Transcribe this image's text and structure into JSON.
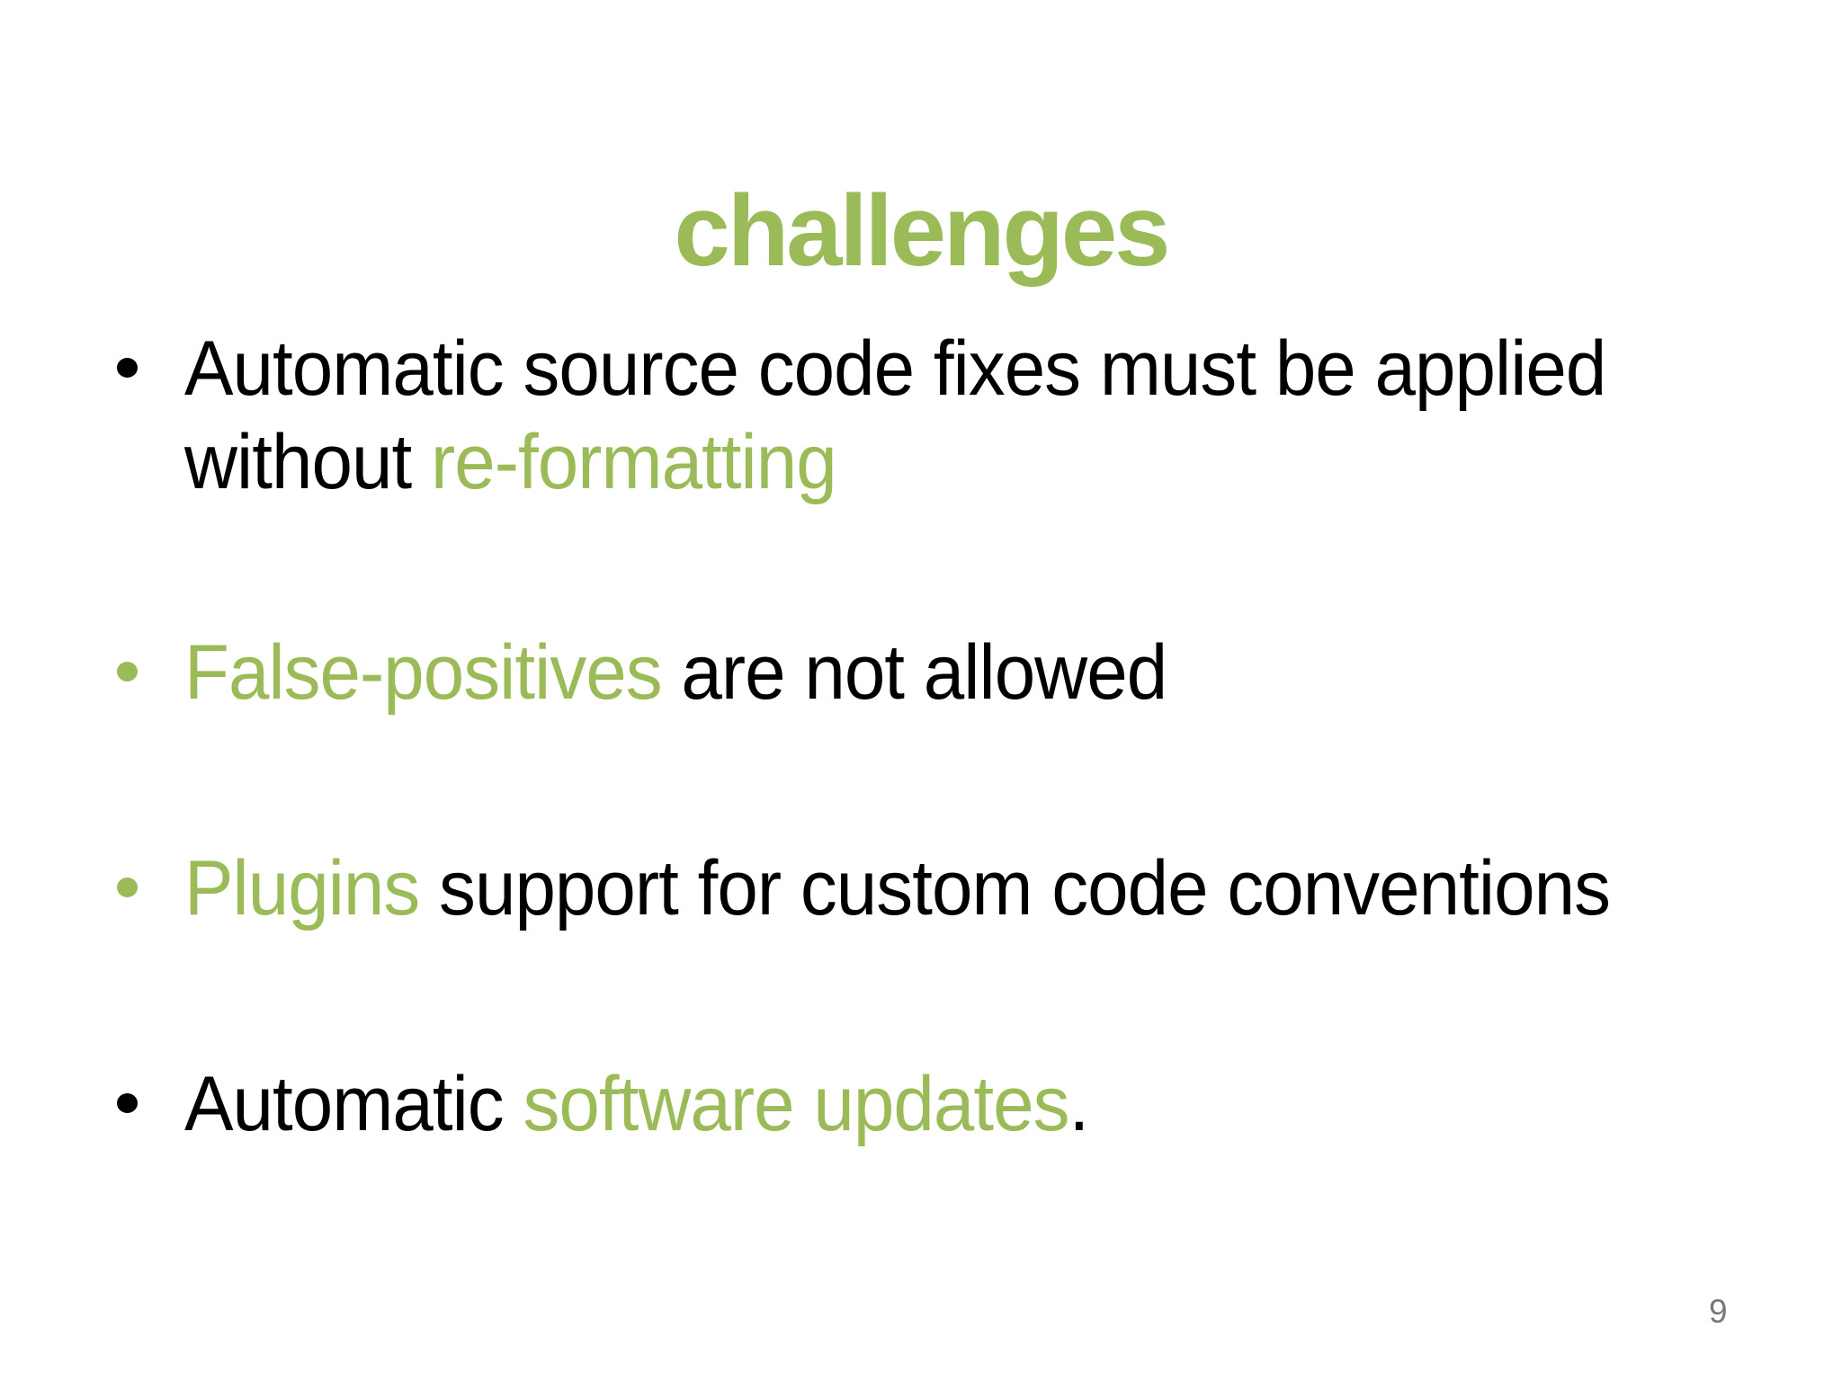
{
  "slide": {
    "title": "challenges",
    "page_number": "9",
    "colors": {
      "accent_green": "#9bbb59",
      "body_text": "#000000",
      "page_number_gray": "#77777f",
      "background": "#ffffff"
    },
    "bullets": [
      {
        "dot_color": "#000000",
        "segments": [
          {
            "text": "Automatic source code fixes must be applied",
            "color": "black",
            "break_after": true
          },
          {
            "text": "without ",
            "color": "black"
          },
          {
            "text": "re-formatting",
            "color": "green"
          }
        ]
      },
      {
        "dot_color": "#9bbb59",
        "segments": [
          {
            "text": "False-positives",
            "color": "green"
          },
          {
            "text": " are not allowed",
            "color": "black"
          }
        ]
      },
      {
        "dot_color": "#9bbb59",
        "segments": [
          {
            "text": "Plugins",
            "color": "green"
          },
          {
            "text": " support for custom code conventions",
            "color": "black"
          }
        ]
      },
      {
        "dot_color": "#000000",
        "segments": [
          {
            "text": "Automatic ",
            "color": "black"
          },
          {
            "text": "software updates",
            "color": "green"
          },
          {
            "text": ".",
            "color": "black"
          }
        ]
      }
    ]
  }
}
